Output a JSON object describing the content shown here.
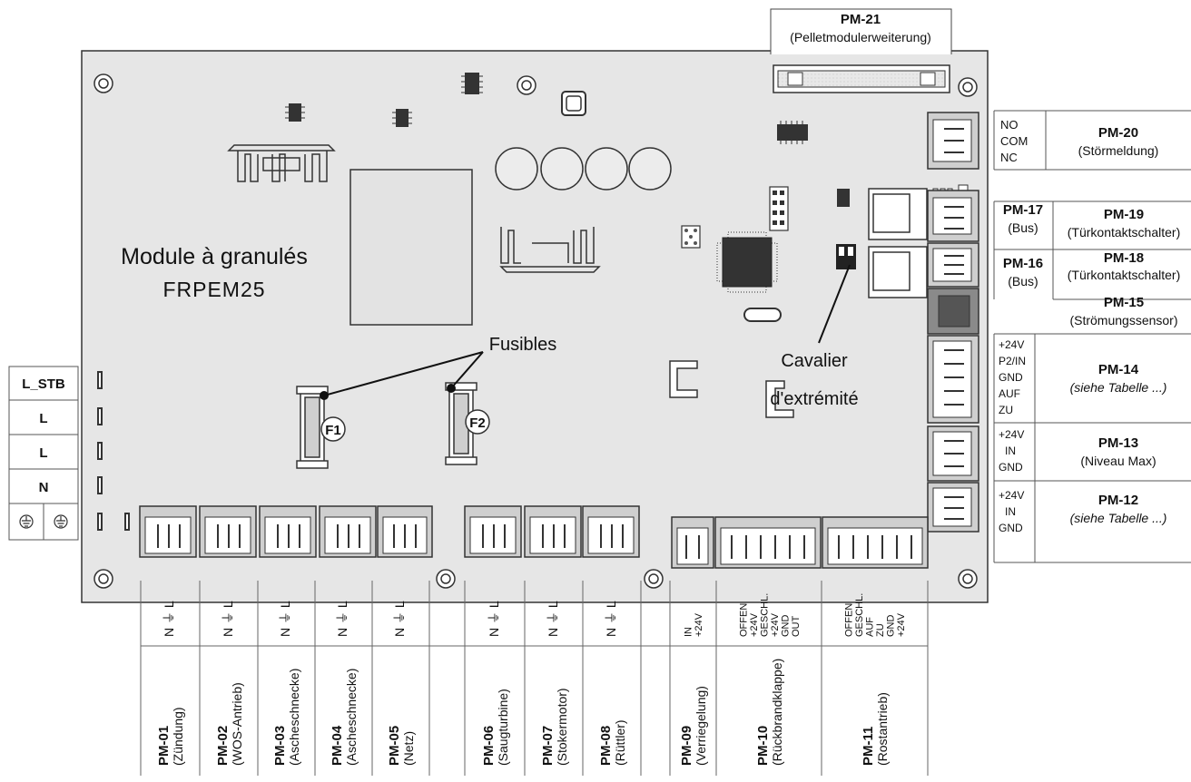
{
  "title": "Module à granulés",
  "model": "FRPEM25",
  "callouts": {
    "fuses": "Fusibles",
    "terminator_line1": "Cavalier",
    "terminator_line2": "d'extrémité"
  },
  "fuses": [
    {
      "id": "fuse-f1",
      "label": "F1"
    },
    {
      "id": "fuse-f2",
      "label": "F2"
    }
  ],
  "pm21": {
    "code": "PM-21",
    "desc": "(Pelletmodulerweiterung)"
  },
  "left_terminals": [
    "L_STB",
    "L",
    "L",
    "N"
  ],
  "right_terminals": [
    {
      "code": "PM-20",
      "desc": "(Störmeldung)",
      "pins": [
        "NO",
        "COM",
        "NC"
      ]
    },
    {
      "code": "PM-19",
      "desc": "(Türkontaktschalter)"
    },
    {
      "code": "PM-18",
      "desc": "(Türkontaktschalter)"
    },
    {
      "code": "PM-17",
      "desc": "(Bus)"
    },
    {
      "code": "PM-16",
      "desc": "(Bus)"
    },
    {
      "code": "PM-15",
      "desc": "(Strömungssensor)"
    },
    {
      "code": "PM-14",
      "desc": "(siehe Tabelle ...)",
      "pins": [
        "+24V",
        "P2/IN",
        "GND",
        "AUF",
        "ZU"
      ]
    },
    {
      "code": "PM-13",
      "desc": "(Niveau Max)",
      "pins": [
        "+24V",
        "IN",
        "GND"
      ]
    },
    {
      "code": "PM-12",
      "desc": "(siehe Tabelle ...)",
      "pins": [
        "+24V",
        "IN",
        "GND"
      ]
    }
  ],
  "bottom_terminals": [
    {
      "code": "PM-01",
      "desc": "(Zündung)",
      "pins": "N ⏚ L"
    },
    {
      "code": "PM-02",
      "desc": "(WOS-Antrieb)",
      "pins": "N ⏚ L"
    },
    {
      "code": "PM-03",
      "desc": "(Ascheschnecke)",
      "pins": "N ⏚ L"
    },
    {
      "code": "PM-04",
      "desc": "(Ascheschnecke)",
      "pins": "N ⏚ L"
    },
    {
      "code": "PM-05",
      "desc": "(Netz)",
      "pins": "N ⏚ L"
    },
    {
      "code": "PM-06",
      "desc": "(Saugturbine)",
      "pins": "N ⏚ L"
    },
    {
      "code": "PM-07",
      "desc": "(Stokermotor)",
      "pins": "N ⏚ L"
    },
    {
      "code": "PM-08",
      "desc": "(Rüttler)",
      "pins": "N ⏚ L"
    },
    {
      "code": "PM-09",
      "desc": "(Verriegelung)",
      "pins": [
        "IN",
        "+24V"
      ]
    },
    {
      "code": "PM-10",
      "desc": "(Rückbrandklappe)",
      "pins": [
        "OFFEN",
        "+24V",
        "GESCHL.",
        "+24V",
        "GND",
        "OUT"
      ]
    },
    {
      "code": "PM-11",
      "desc": "(Rostantrieb)",
      "pins": [
        "OFFEN",
        "GESCHL.",
        "AUF",
        "ZU",
        "GND",
        "+24V"
      ]
    }
  ]
}
